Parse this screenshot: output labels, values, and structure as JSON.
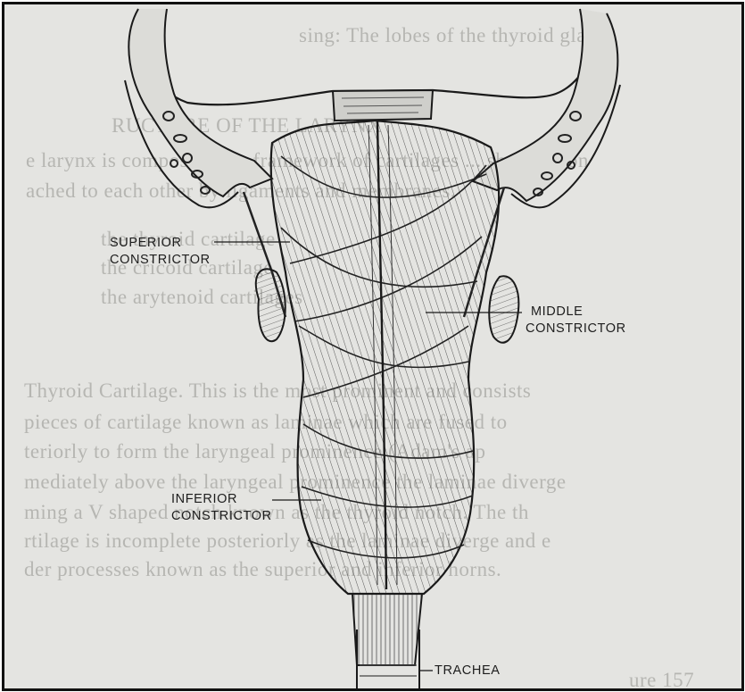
{
  "figure": {
    "labels": {
      "superior_line1": "SUPERIOR",
      "superior_line2": "CONSTRICTOR",
      "middle_line1": "MIDDLE",
      "middle_line2": "CONSTRICTOR",
      "inferior_line1": "INFERIOR",
      "inferior_line2": "CONSTRICTOR",
      "trachea": "TRACHEA"
    }
  },
  "bleed_through": [
    "sing: The lobes of the thyroid gland.",
    "RUCTURE OF THE LARYNX",
    "e larynx is composed of a framework of cartilages ... shaped, con",
    "ached to each other by ligaments and membranes.",
    "the thyroid cartilage",
    "the cricoid cartilage",
    "the arytenoid cartilages",
    "Thyroid Cartilage. This is the most prominent and consists",
    "pieces of cartilage known as laminae which are fused to",
    "teriorly to form the laryngeal prominence (Adam's ap",
    "mediately above the laryngeal prominence the laminae diverge",
    "ming a V shaped notch known as the thyroid notch. The th",
    "rtilage is incomplete posteriorly as the laminae diverge and e",
    "der processes known as the superior and inferior horns.",
    "ure 157"
  ]
}
